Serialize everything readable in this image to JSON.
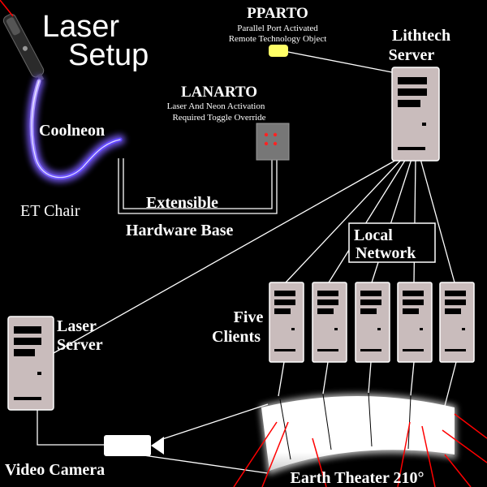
{
  "title": {
    "line1": "Laser",
    "line2": "Setup"
  },
  "pparto": {
    "name": "PPARTO",
    "desc1": "Parallel Port Activated",
    "desc2": "Remote Technology Object"
  },
  "lanarto": {
    "name": "LANARTO",
    "desc1": "Laser And Neon Activation",
    "desc2": "Required Toggle Override"
  },
  "lithtech": {
    "line1": "Lithtech",
    "line2": "Server"
  },
  "coolneon": "Coolneon",
  "et_chair": "ET Chair",
  "extensible": "Extensible",
  "hardware_base": "Hardware Base",
  "local_network": {
    "line1": "Local",
    "line2": "Network"
  },
  "five_clients": {
    "line1": "Five",
    "line2": "Clients"
  },
  "laser_server": {
    "line1": "Laser",
    "line2": "Server"
  },
  "video_camera": "Video Camera",
  "earth_theater": "Earth Theater 210°",
  "colors": {
    "background": "#000000",
    "server": "#c9bcbc",
    "pparto_box": "#ffff66",
    "lanarto_box": "#777777",
    "lanarto_leds": "#ff2222",
    "laser_beams": "#ff0000",
    "neon": "#8a6cff"
  }
}
